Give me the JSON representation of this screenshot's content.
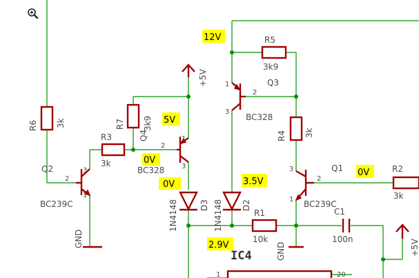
{
  "tool": {
    "zoom_icon": "zoom-in-icon"
  },
  "components": {
    "r6": {
      "ref": "R6",
      "value": "3k"
    },
    "r3": {
      "ref": "R3",
      "value": "3k"
    },
    "r7": {
      "ref": "R7",
      "value": "3k9"
    },
    "r5": {
      "ref": "R5",
      "value": "3k9"
    },
    "r4": {
      "ref": "R4",
      "value": "3k"
    },
    "r1": {
      "ref": "R1",
      "value": "10k"
    },
    "r2": {
      "ref": "R2",
      "value": "3k"
    },
    "q1": {
      "ref": "Q1",
      "value": "BC239C"
    },
    "q2": {
      "ref": "Q2",
      "value": "BC239C"
    },
    "q3": {
      "ref": "Q3",
      "value": "BC328"
    },
    "q4": {
      "ref": "Q4",
      "value": "BC328"
    },
    "d2": {
      "ref": "D2",
      "value": "1N4148"
    },
    "d3": {
      "ref": "D3",
      "value": "1N4148"
    },
    "c1": {
      "ref": "C1",
      "value": "100n"
    },
    "ic4": {
      "ref": "IC4"
    }
  },
  "pins": {
    "one": "1",
    "two": "2",
    "three": "3",
    "twenty": "20"
  },
  "power": {
    "plus5v": "+5V",
    "gnd": "GND",
    "plus_partial": "+5V"
  },
  "voltages": {
    "supply": "12V",
    "q4_emitter": "5V",
    "q4_base": "0V",
    "q4_collector": "0V",
    "d2_anode": "3.5V",
    "q1_base": "0V",
    "node_bottom": "2.9V"
  }
}
